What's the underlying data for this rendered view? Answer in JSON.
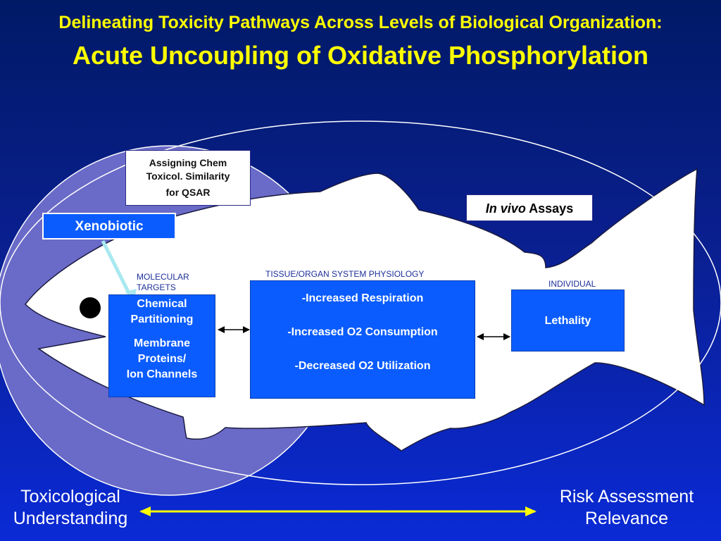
{
  "title": {
    "line1": "Delineating Toxicity Pathways Across Levels of Biological Organization:",
    "line2": "Acute Uncoupling of Oxidative Phosphorylation"
  },
  "boxes": {
    "qsar": {
      "line1": "Assigning Chem",
      "line2": "Toxicol. Similarity",
      "line3": "for QSAR"
    },
    "in_vivo": {
      "italic": "In vivo",
      "rest": " Assays"
    },
    "xenobiotic": "Xenobiotic",
    "molecular": {
      "label_line1": "MOLECULAR",
      "label_line2": "TARGETS",
      "line1": "Chemical",
      "line2": "Partitioning",
      "line3": "Membrane",
      "line4": "Proteins/",
      "line5": "Ion Channels"
    },
    "tissue": {
      "label": "TISSUE/ORGAN SYSTEM PHYSIOLOGY",
      "item1": "-Increased Respiration",
      "item2": "-Increased O2 Consumption",
      "item3": "-Decreased O2 Utilization"
    },
    "individual": {
      "label": "INDIVIDUAL",
      "text": "Lethality"
    }
  },
  "bottom": {
    "left_line1": "Toxicological",
    "left_line2": "Understanding",
    "right_line1": "Risk Assessment",
    "right_line2": "Relevance"
  },
  "colors": {
    "title": "#ffff00",
    "box_blue": "#0a5cff",
    "arrow_yellow": "#ffff00",
    "arrow_cyan": "#a8e8f0"
  }
}
